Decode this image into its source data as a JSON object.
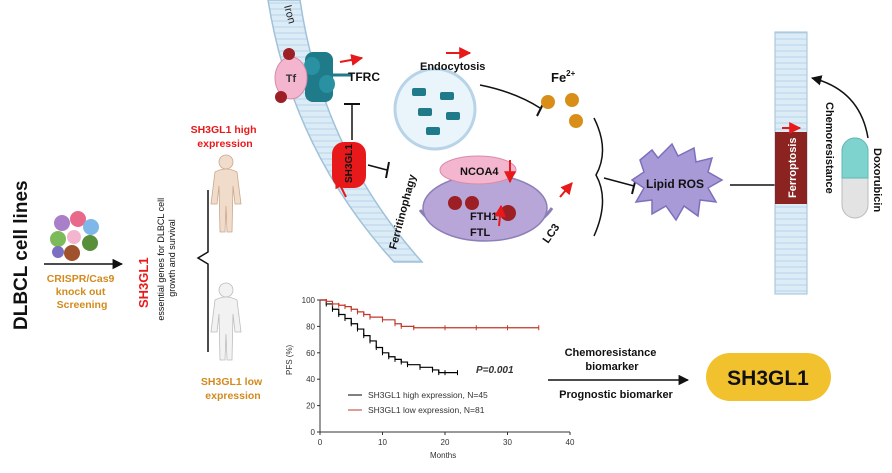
{
  "labels": {
    "cell_lines": "DLBCL cell lines",
    "crispr": [
      "CRISPR/Cas9",
      "knock out",
      "Screening"
    ],
    "gene_name_vertical": "SH3GL1",
    "essential": [
      "essential genes for DLBCL cell",
      "growth and survival"
    ],
    "high_expr": [
      "SH3GL1 high",
      "expression"
    ],
    "low_expr": [
      "SH3GL1 low",
      "expression"
    ],
    "iron": "Iron",
    "tf": "Tf",
    "tfrc": "TFRC",
    "endocytosis": "Endocytosis",
    "fe": "Fe",
    "fe_charge": "2+",
    "sh3gl1_protein": "SH3GL1",
    "ferritinophagy": "Ferritinophagy",
    "ncoa4": "NCOA4",
    "fth1": "FTH1",
    "ftl": "FTL",
    "lc3": "LC3",
    "lipid_ros": "Lipid ROS",
    "ferroptosis": "Ferroptosis",
    "chemoresistance": "Chemoresistance",
    "doxorubicin": "Doxorubicin",
    "chemo_biomarker": [
      "Chemoresistance",
      "biomarker"
    ],
    "prognostic_biomarker": "Prognostic biomarker",
    "final_gene": "SH3GL1"
  },
  "colors": {
    "red": "#e8191b",
    "dark_red": "#8b2420",
    "orange_text": "#d38a1e",
    "gold": "#f2c12e",
    "membrane": "#cfe6f4",
    "purple": "#b9a6d8",
    "pink": "#f4b6cf",
    "teal": "#1f7b8a"
  },
  "chart_data": {
    "type": "line",
    "title": "",
    "xlabel": "Months",
    "ylabel": "PFS (%)",
    "xlim": [
      0,
      40
    ],
    "ylim": [
      0,
      100
    ],
    "x_ticks": [
      "0",
      "10",
      "20",
      "30",
      "40"
    ],
    "y_ticks": [
      "0",
      "20",
      "40",
      "60",
      "80",
      "100"
    ],
    "annotation": "P=0.001",
    "series": [
      {
        "name": "SH3GL1 high expression, N=45",
        "color": "#000000",
        "x": [
          0,
          1,
          2,
          3,
          4,
          5,
          6,
          7,
          8,
          9,
          10,
          11,
          12,
          13,
          14,
          16,
          18,
          19,
          20,
          22
        ],
        "y": [
          100,
          97,
          93,
          89,
          86,
          82,
          78,
          73,
          69,
          64,
          60,
          57,
          55,
          53,
          51,
          49,
          47,
          45,
          45,
          45
        ]
      },
      {
        "name": "SH3GL1 low expression, N=81",
        "color": "#c0392b",
        "x": [
          0,
          1,
          2,
          3,
          4,
          5,
          6,
          7,
          8,
          10,
          12,
          13,
          15,
          20,
          25,
          30,
          35
        ],
        "y": [
          100,
          99,
          97,
          96,
          95,
          93,
          91,
          89,
          87,
          85,
          82,
          80,
          79,
          79,
          79,
          79,
          79
        ]
      }
    ]
  }
}
